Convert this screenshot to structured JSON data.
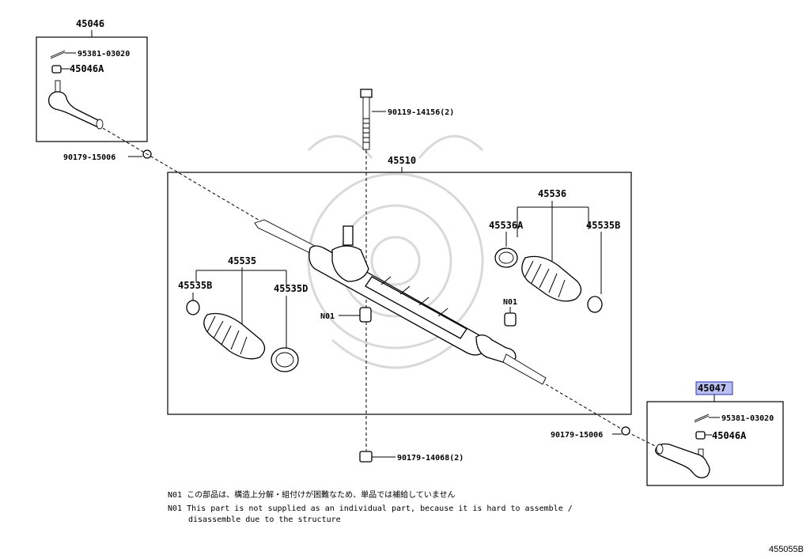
{
  "callouts": {
    "left_tie_rod_end": "45046",
    "left_cotter_pin": "95381-03020",
    "left_nut": "45046A",
    "left_outer_nut": "90179-15006",
    "mount_bolt": "90119-14156(2)",
    "gear_assembly": "45510",
    "boot_kit_right": "45536",
    "clamp_right_a": "45536A",
    "clamp_right_b": "45535B",
    "boot_kit_left": "45535",
    "clamp_left_b": "45535B",
    "clamp_left_d": "45535D",
    "bushing_left": "N01",
    "bushing_right": "N01",
    "right_tie_rod_end": "45047",
    "right_cotter_pin": "95381-03020",
    "right_nut": "45046A",
    "right_outer_nut": "90179-15006",
    "lower_nut": "90179-14068(2)"
  },
  "notes": {
    "line1_tag": "N01",
    "line1_text": "この部品は、構造上分解・組付けが困難なため、単品では補給していません",
    "line2_tag": "N01",
    "line2_text": "This part is not supplied as an individual part, because it is hard to assemble /",
    "line3_text": "disassemble due to the structure"
  },
  "diagram_id": "455055B",
  "colors": {
    "highlight": "#b9bff0",
    "ink": "#000000"
  }
}
